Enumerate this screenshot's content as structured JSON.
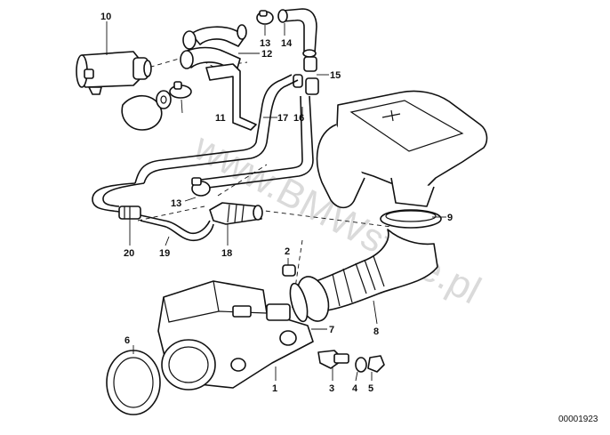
{
  "diagram": {
    "labels": [
      "10",
      "13",
      "14",
      "12",
      "15",
      "11",
      "17",
      "16",
      "13",
      "9",
      "2",
      "20",
      "19",
      "18",
      "6",
      "7",
      "8",
      "1",
      "3",
      "4",
      "5"
    ],
    "code": "00001923",
    "watermark": "www.BMWstore.pl"
  }
}
